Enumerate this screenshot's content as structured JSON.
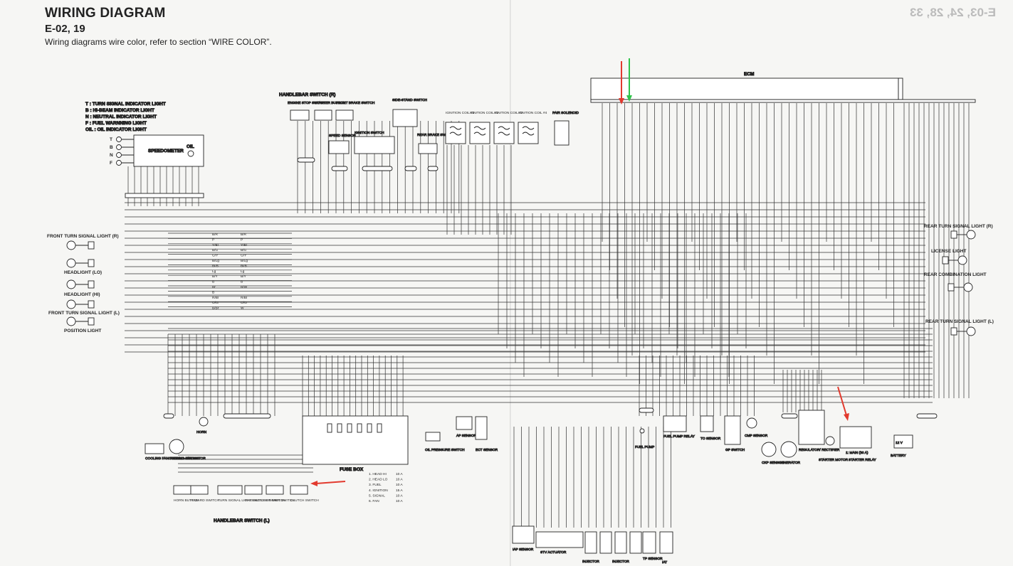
{
  "header": {
    "title": "WIRING DIAGRAM",
    "subtitle": "E-02, 19",
    "note": "Wiring diagrams wire color, refer to section “WIRE COLOR”.",
    "mirror_text": "E-03, 24, 28, 33"
  },
  "legend": [
    {
      "code": "T",
      "text": ": TURN SIGNAL INDICATOR LIGHT"
    },
    {
      "code": "B",
      "text": ": HI-BEAM INDICATOR LIGHT"
    },
    {
      "code": "N",
      "text": ": NEUTRAL INDICATOR LIGHT"
    },
    {
      "code": "F",
      "text": ": FUEL WARNNING LIGHT"
    },
    {
      "code": "OIL",
      "text": ": OIL INDICATOR LIGHT"
    }
  ],
  "speedometer": {
    "label": "SPEEDOMETER",
    "oil": "OIL",
    "indicators": [
      "T",
      "B",
      "N",
      "F"
    ]
  },
  "ecm": {
    "label": "ECM"
  },
  "handlebar_r": {
    "label": "HANDLEBAR SWITCH (R)",
    "engine_stop": "ENGINE STOP SWITCH",
    "starter": "STARTER BUTTON",
    "front_brake": "FRONT BRAKE SWITCH"
  },
  "speed_sensor": "SPEED SENSOR",
  "ignition_switch": "IGNITION SWITCH",
  "side_stand": "SIDE-STAND SWITCH",
  "rear_brake": "REAR BRAKE SWITCH",
  "coils": [
    "IGNITION COIL #1",
    "IGNITION COIL #2",
    "IGNITION COIL #3",
    "IGNITION COIL #4"
  ],
  "pair_solenoid": "PAIR SOLENOID",
  "left_lights": [
    "FRONT TURN SIGNAL LIGHT (R)",
    "HEADLIGHT (LO)",
    "HEADLIGHT (HI)",
    "FRONT TURN SIGNAL LIGHT (L)",
    "POSITION LIGHT"
  ],
  "right_lights": [
    "REAR TURN SIGNAL LIGHT (R)",
    "LICENSE LIGHT",
    "REAR COMBINATION LIGHT",
    "REAR TURN SIGNAL LIGHT (L)"
  ],
  "left_wire_colors_a": [
    "B/R",
    "P",
    "Y/Bl",
    "B/G",
    "G/Y",
    "B/Lg",
    "Bl/B",
    "Lg",
    "B/Y",
    "B",
    "Br",
    "B",
    "R/Bl",
    "O/G",
    "B/Br"
  ],
  "left_wire_colors_b": [
    "B/R",
    "P",
    "Y/Bl",
    "B/G",
    "G/Y",
    "B/Lg",
    "Bl/B",
    "Lg",
    "B/Y",
    "B",
    "B/W",
    "",
    "R/Bl",
    "O/G",
    "W"
  ],
  "bottom_left": {
    "cooling_thermo": "COOLING FAN THERMO-SWITCH",
    "cooling_motor": "COOLING FAN MOTOR",
    "horn": "HORN",
    "fuse_box": "FUSE BOX",
    "oil_pressure": "OIL PRESSURE SWITCH",
    "ap_sensor": "AP SENSOR",
    "ect_sensor": "ECT SENSOR",
    "handlebar_l": "HANDLEBAR SWITCH (L)",
    "switches": [
      "HORN BUTTON",
      "HAZARD SWITCH",
      "TURN SIGNAL LIGHT SWITCH",
      "PASSING LIGHT SWITCH",
      "DIMMER SWITCH",
      "CLUTCH SWITCH"
    ]
  },
  "fuses": [
    {
      "name": "1. HEAD HI",
      "amp": "10 A"
    },
    {
      "name": "2. HEAD LO",
      "amp": "10 A"
    },
    {
      "name": "3. FUEL",
      "amp": "10 A"
    },
    {
      "name": "4. IGNITION",
      "amp": "15 A"
    },
    {
      "name": "5. SIGNAL",
      "amp": "10 A"
    },
    {
      "name": "6. FAN",
      "amp": "10 A"
    }
  ],
  "bottom_right": {
    "fuel_pump": "FUEL PUMP",
    "fuel_pump_relay": "FUEL PUMP RELAY",
    "to_sensor": "TO SENSOR",
    "gp_switch": "GP SWITCH",
    "cmp_sensor": "CMP SENSOR",
    "ckp_sensor": "CKP SENSOR",
    "generator": "GENERATOR",
    "regulator": "REGULATOR/ RECTIFIER",
    "starter_motor": "STARTER MOTOR",
    "starter_relay": "STARTER RELAY",
    "main_fuse": "1: MAIN (30 A)",
    "battery": "BATTERY",
    "battery_v": "12 V",
    "iap_sensor": "IAP SENSOR",
    "stv_actuator": "STV ACTUATOR",
    "injector": "INJECTOR",
    "tp_sensor": "TP SENSOR",
    "iat": "IAT"
  },
  "annotations": {
    "red": "#e23a2e",
    "green": "#2fc44a"
  }
}
